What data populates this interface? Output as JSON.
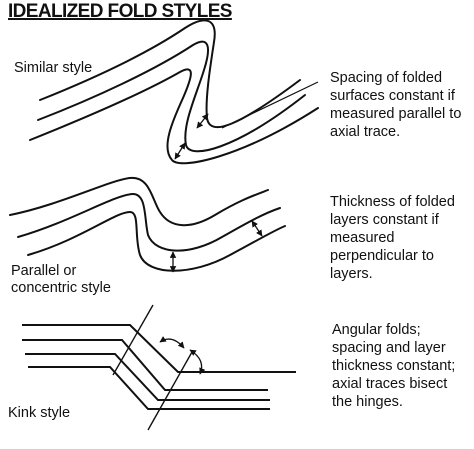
{
  "title": "IDEALIZED FOLD STYLES",
  "styles": [
    {
      "name": "Similar style",
      "description": [
        "Spacing of folded",
        "surfaces constant if",
        "measured parallel to",
        "axial trace."
      ]
    },
    {
      "name": [
        "Parallel or",
        "concentric style"
      ],
      "description": [
        "Thickness of folded",
        "layers constant if",
        "measured",
        "perpendicular to",
        "layers."
      ]
    },
    {
      "name": "Kink style",
      "description": [
        "Angular folds;",
        "spacing and layer",
        "thickness constant;",
        "axial traces bisect",
        "the hinges."
      ]
    }
  ]
}
